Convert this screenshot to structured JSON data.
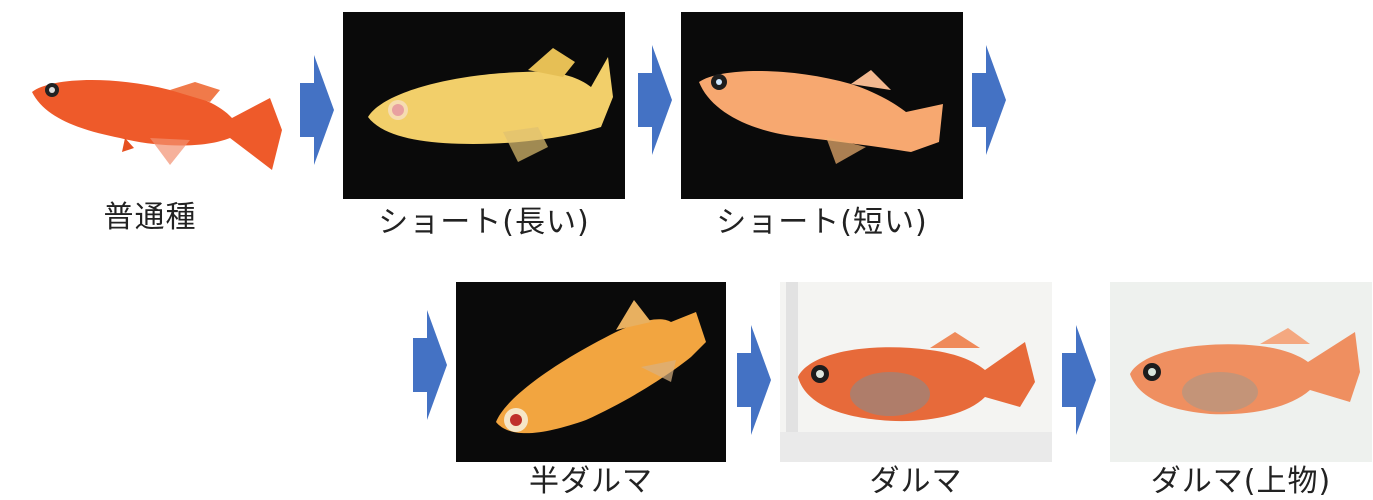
{
  "colors": {
    "arrow": "#4472C4",
    "dark_background": "#0a0a0a",
    "light_background": "#f4f4f2",
    "caption_text": "#222222"
  },
  "stages": [
    {
      "caption": "普通種",
      "background": "white",
      "fish_color": "#ee5a2a"
    },
    {
      "caption": "ショート(長い)",
      "background": "black",
      "fish_color": "#f2cf6a"
    },
    {
      "caption": "ショート(短い)",
      "background": "black",
      "fish_color": "#f7a870"
    },
    {
      "caption": "半ダルマ",
      "background": "black",
      "fish_color": "#f2a540"
    },
    {
      "caption": "ダルマ",
      "background": "light",
      "fish_color": "#e76a3a"
    },
    {
      "caption": "ダルマ(上物)",
      "background": "light",
      "fish_color": "#ef8f60"
    }
  ],
  "arrows": [
    "right-arrow",
    "right-arrow",
    "right-arrow",
    "right-arrow",
    "right-arrow",
    "right-arrow"
  ]
}
